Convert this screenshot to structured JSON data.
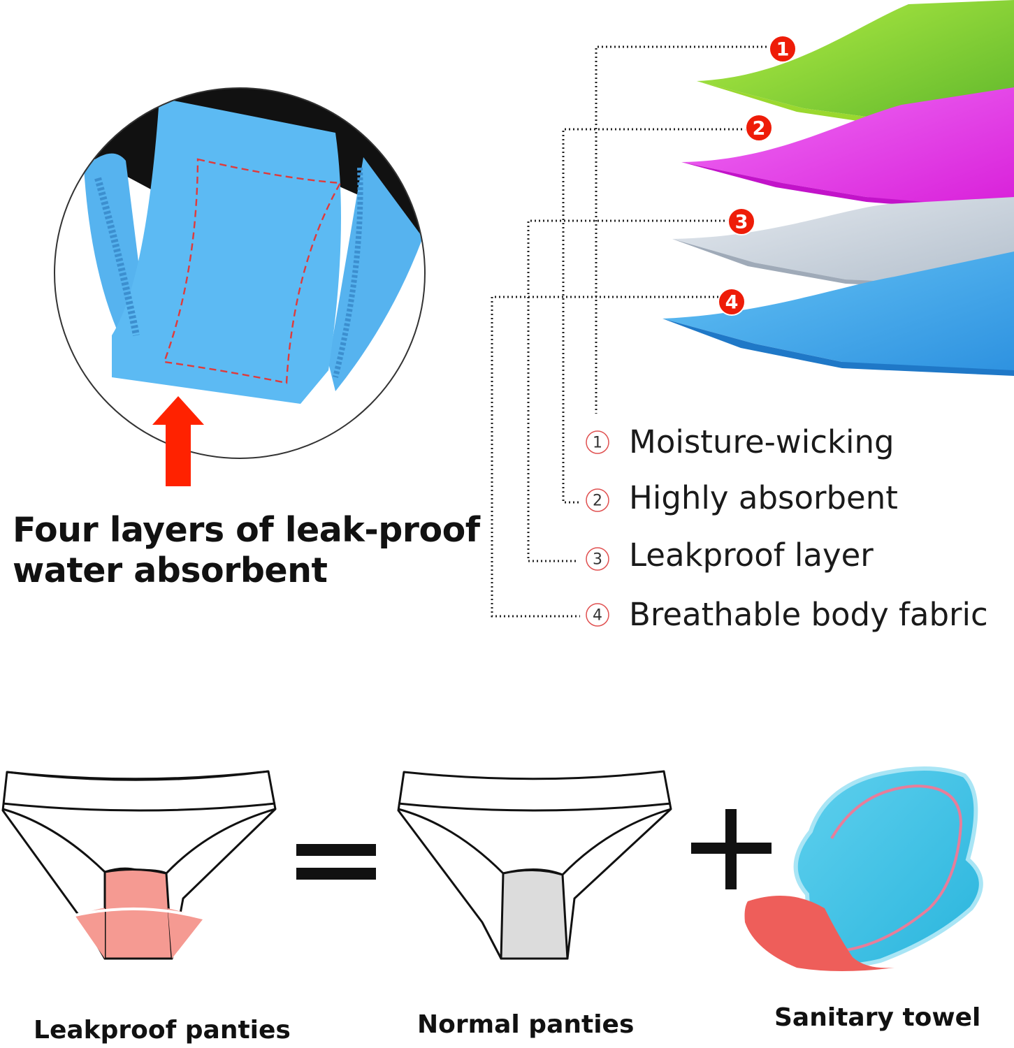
{
  "headline": {
    "line1": "Four layers of leak-proof",
    "line2": "water absorbent"
  },
  "layers": [
    {
      "number": "1",
      "label": "Moisture-wicking",
      "color": "#7cc93a"
    },
    {
      "number": "2",
      "label": "Highly absorbent",
      "color": "#e535e6"
    },
    {
      "number": "3",
      "label": "Leakproof layer",
      "color": "#bcc6d3"
    },
    {
      "number": "4",
      "label": "Breathable body fabric",
      "color": "#3aa6ec"
    }
  ],
  "badge_color": "#ee1c08",
  "arrow_color": "#ff2200",
  "equation": {
    "left_caption": "Leakproof panties",
    "middle_caption": "Normal panties",
    "right_caption": "Sanitary towel",
    "equals_sign": "=",
    "plus_sign": "+",
    "leakproof_gusset_color": "#f59a92",
    "normal_gusset_color": "#dcdcdc"
  }
}
